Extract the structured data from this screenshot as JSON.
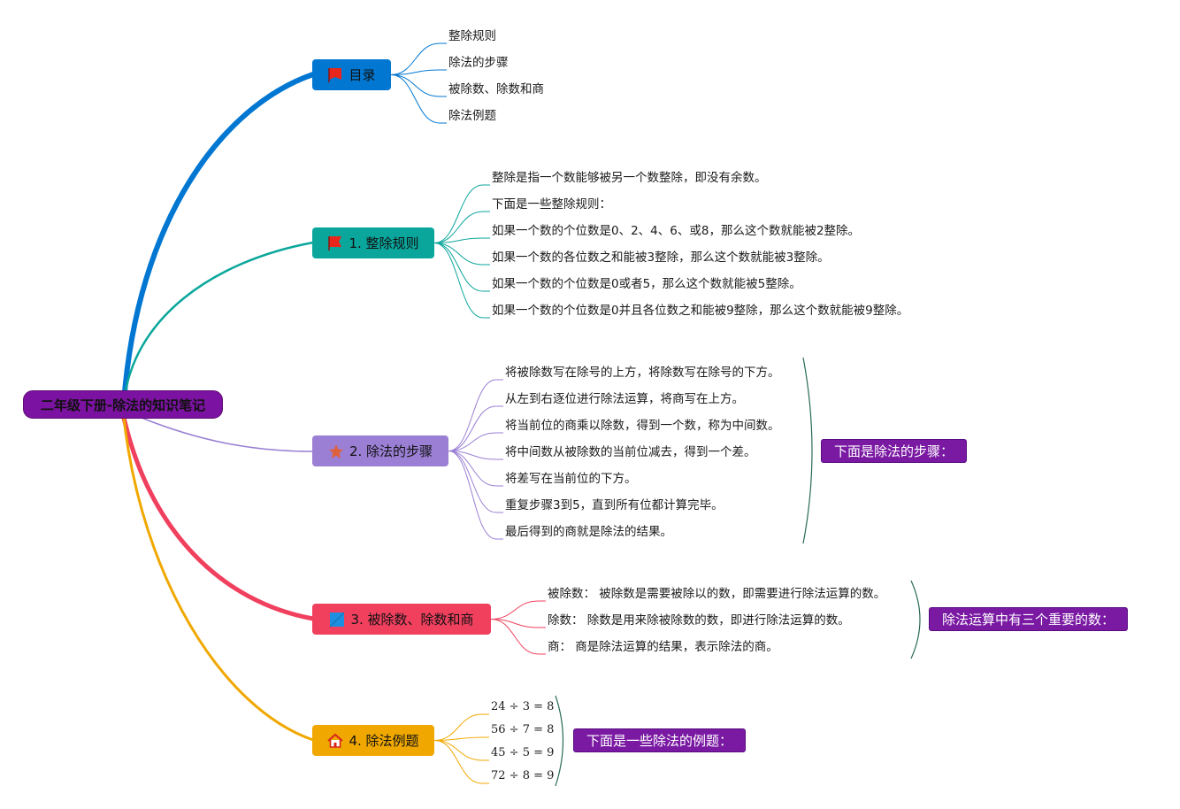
{
  "colors": {
    "root": "#7b12a1",
    "toc": "#0177d2",
    "b1": "#0aa69c",
    "b2": "#9a7fd4",
    "b3": "#f0405e",
    "b4": "#f0a800",
    "summary": "#7a1aa3"
  },
  "root": {
    "label": "二年级下册-除法的知识笔记"
  },
  "toc": {
    "label": "目录",
    "icon": "red-flag-icon",
    "items": [
      "整除规则",
      "除法的步骤",
      "被除数、除数和商",
      "除法例题"
    ]
  },
  "branch1": {
    "label": "1. 整除规则",
    "icon": "red-flag-icon",
    "items": [
      "整除是指一个数能够被另一个数整除，即没有余数。",
      "下面是一些整除规则：",
      "如果一个数的个位数是0、2、4、6、或8，那么这个数就能被2整除。",
      "如果一个数的各位数之和能被3整除，那么这个数就能被3整除。",
      "如果一个数的个位数是0或者5，那么这个数就能被5整除。",
      "如果一个数的个位数是0并且各位数之和能被9整除，那么这个数就能被9整除。"
    ]
  },
  "branch2": {
    "label": "2. 除法的步骤",
    "icon": "star-icon",
    "items": [
      "将被除数写在除号的上方，将除数写在除号的下方。",
      "从左到右逐位进行除法运算，将商写在上方。",
      "将当前位的商乘以除数，得到一个数，称为中间数。",
      "将中间数从被除数的当前位减去，得到一个差。",
      "将差写在当前位的下方。",
      "重复步骤3到5，直到所有位都计算完毕。",
      "最后得到的商就是除法的结果。"
    ],
    "summary": "下面是除法的步骤："
  },
  "branch3": {
    "label": "3. 被除数、除数和商",
    "icon": "blue-flag-icon",
    "items": [
      "被除数： 被除数是需要被除以的数，即需要进行除法运算的数。",
      "除数： 除数是用来除被除数的数，即进行除法运算的数。",
      "商： 商是除法运算的结果，表示除法的商。"
    ],
    "summary": "除法运算中有三个重要的数："
  },
  "branch4": {
    "label": "4. 除法例题",
    "icon": "house-icon",
    "items": [
      "24 ÷ 3 = 8",
      "56 ÷ 7 = 8",
      "45 ÷ 5 = 9",
      "72 ÷ 8 = 9"
    ],
    "summary": "下面是一些除法的例题："
  }
}
